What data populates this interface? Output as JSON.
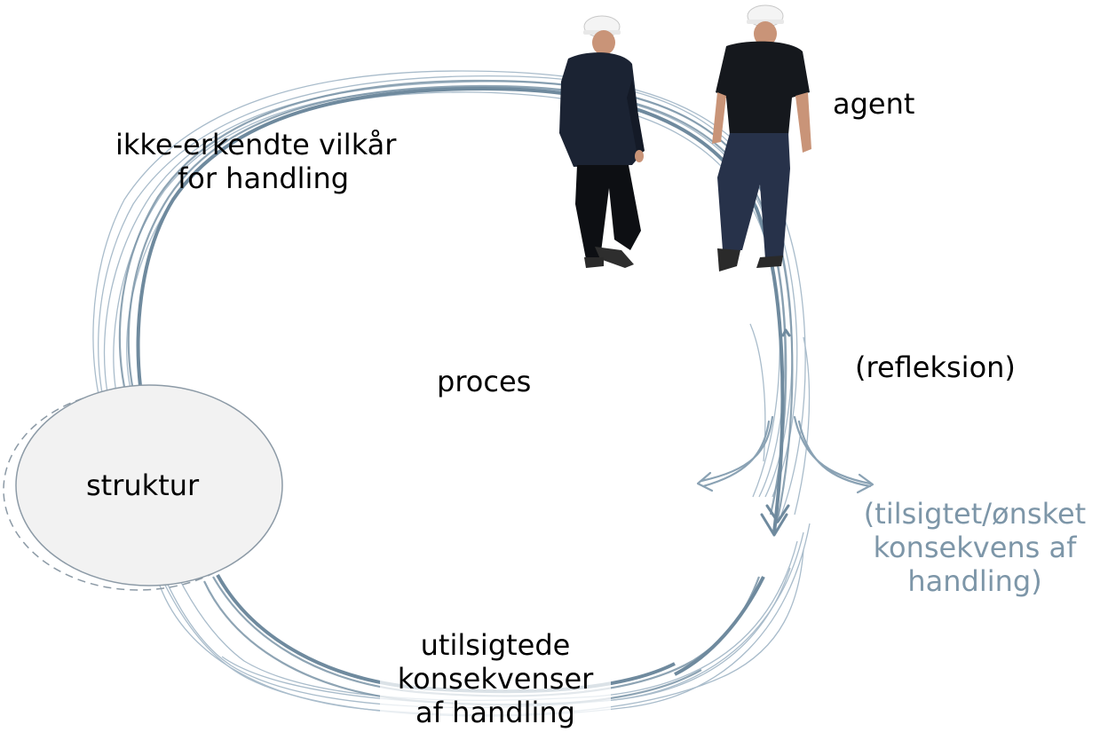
{
  "diagram": {
    "labels": {
      "agent": "agent",
      "ikke_erkendte_line1": "ikke-erkendte vilkår",
      "ikke_erkendte_line2": "for handling",
      "proces": "proces",
      "refleksion": "(refleksion)",
      "struktur": "struktur",
      "tilsigtet_line1": "(tilsigtet/ønsket",
      "tilsigtet_line2": "konsekvens af",
      "tilsigtet_line3": "handling)",
      "utilsigtede_line1": "utilsigtede",
      "utilsigtede_line2": "konsekvenser",
      "utilsigtede_line3": "af handling"
    },
    "colors": {
      "loop_stroke": "#7b95a8",
      "loop_stroke_light": "#a9bccb",
      "struktur_fill": "#f2f2f2",
      "struktur_stroke": "#8c9aa6",
      "secondary_text": "#7d96a8",
      "worker_jacket": "#1b2333",
      "worker_shirt": "#15181d",
      "worker_jeans": "#27324a",
      "helmet": "#f4f4f4",
      "skin": "#c99478"
    },
    "icons": {
      "workers": "two-walking-workers-icon",
      "arrows": "arrowhead-icon"
    }
  }
}
